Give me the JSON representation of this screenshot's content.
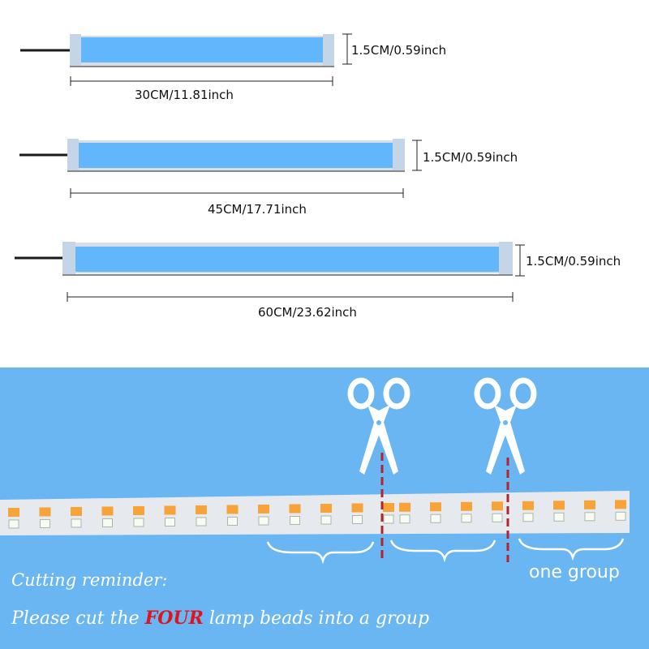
{
  "strips": [
    {
      "length_label": "30CM/11.81inch",
      "width_label": "1.5CM/0.59inch"
    },
    {
      "length_label": "45CM/17.71inch",
      "width_label": "1.5CM/0.59inch"
    },
    {
      "length_label": "60CM/23.62inch",
      "width_label": "1.5CM/0.59inch"
    }
  ],
  "colors": {
    "strip_fill": "#62b6fb",
    "bottom_background": "#69b6f2",
    "cut_line": "#b3242c",
    "amber_bead": "#f6a33a",
    "highlight_text": "#e0141d"
  },
  "cutting": {
    "group_label": "one group",
    "reminder_title": "Cutting reminder:",
    "reminder_prefix": "Please cut the ",
    "reminder_emphasis": "FOUR",
    "reminder_suffix": " lamp beads into a group",
    "icon": "scissors-icon"
  }
}
